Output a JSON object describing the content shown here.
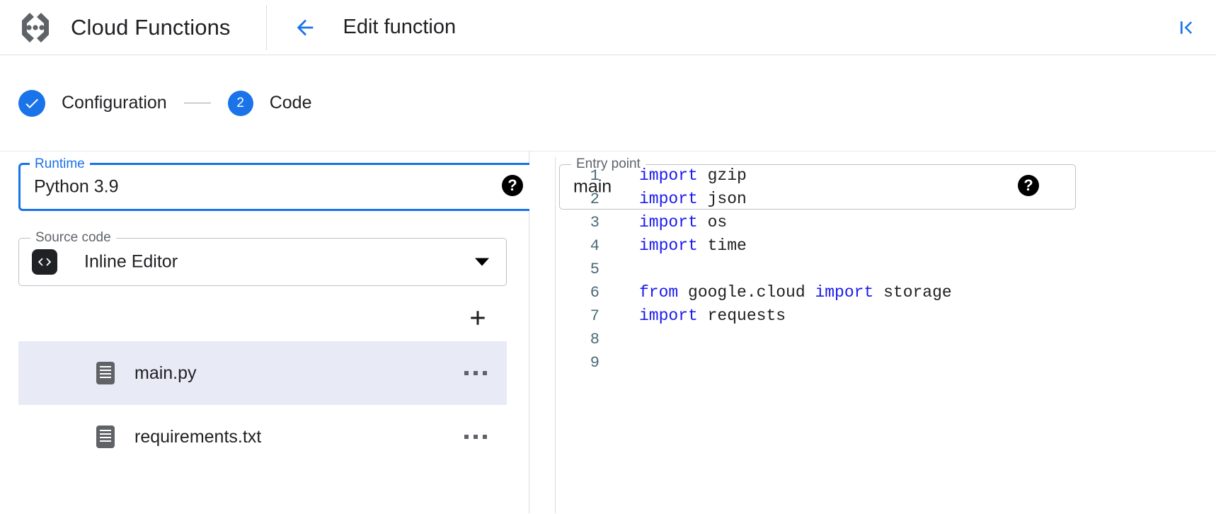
{
  "appbar": {
    "product_title": "Cloud Functions",
    "logo_icon": "cloud-functions-logo",
    "back_icon": "arrow-left-icon",
    "page_title": "Edit function",
    "collapse_icon": "first-page-icon",
    "accent_color": "#1a73e8"
  },
  "stepper": {
    "steps": [
      {
        "label": "Configuration",
        "marker": "✓",
        "state": "completed",
        "icon": "check-circle-icon"
      },
      {
        "label": "Code",
        "marker": "2",
        "state": "active",
        "icon": "step-number-icon"
      }
    ],
    "connector": "—"
  },
  "form": {
    "runtime": {
      "legend": "Runtime",
      "value": "Python 3.9",
      "focused": true,
      "caret_icon": "chevron-down-icon",
      "help_icon": "help-icon",
      "help_glyph": "?"
    },
    "entry_point": {
      "legend": "Entry point",
      "value": "main",
      "focused": false,
      "help_icon": "help-icon",
      "help_glyph": "?"
    },
    "source_code": {
      "legend": "Source code",
      "value": "Inline Editor",
      "icon": "code-brackets-icon",
      "icon_glyph": "‹›",
      "caret_icon": "chevron-down-icon"
    },
    "add_file": {
      "label": "+",
      "icon": "add-file-icon"
    }
  },
  "files": [
    {
      "name": "main.py",
      "selected": true,
      "icon": "file-icon",
      "more_icon": "more-horiz-icon"
    },
    {
      "name": "requirements.txt",
      "selected": false,
      "icon": "file-icon",
      "more_icon": "more-horiz-icon"
    }
  ],
  "editor": {
    "selected_color": "#e8eaf6",
    "keyword_color": "#1a1aee",
    "lineno_color": "#4a6b78",
    "lines": [
      {
        "n": "1",
        "tokens": [
          {
            "t": "import",
            "k": true
          },
          {
            "t": " gzip",
            "k": false
          }
        ]
      },
      {
        "n": "2",
        "tokens": [
          {
            "t": "import",
            "k": true
          },
          {
            "t": " json",
            "k": false
          }
        ]
      },
      {
        "n": "3",
        "tokens": [
          {
            "t": "import",
            "k": true
          },
          {
            "t": " os",
            "k": false
          }
        ]
      },
      {
        "n": "4",
        "tokens": [
          {
            "t": "import",
            "k": true
          },
          {
            "t": " time",
            "k": false
          }
        ]
      },
      {
        "n": "5",
        "tokens": []
      },
      {
        "n": "6",
        "tokens": [
          {
            "t": "from",
            "k": true
          },
          {
            "t": " google.cloud ",
            "k": false
          },
          {
            "t": "import",
            "k": true
          },
          {
            "t": " storage",
            "k": false
          }
        ]
      },
      {
        "n": "7",
        "tokens": [
          {
            "t": "import",
            "k": true
          },
          {
            "t": " requests",
            "k": false
          }
        ]
      },
      {
        "n": "8",
        "tokens": []
      },
      {
        "n": "9",
        "tokens": []
      }
    ]
  }
}
